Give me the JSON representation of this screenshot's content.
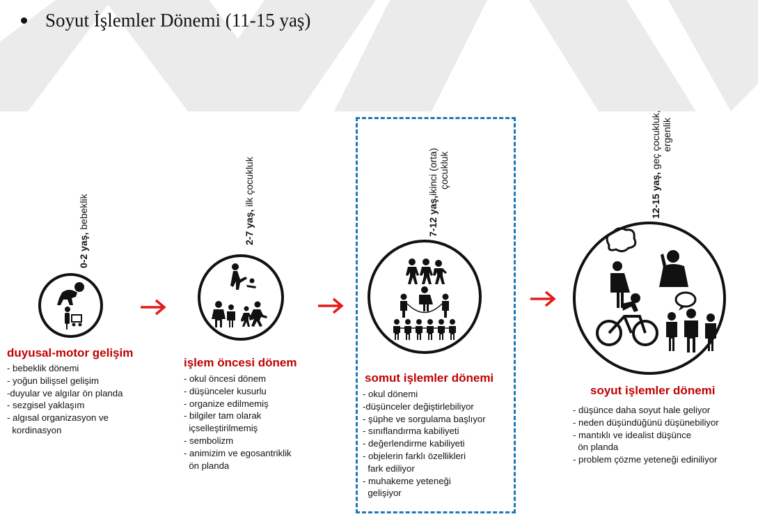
{
  "heading": "Soyut İşlemler Dönemi (11-15 yaş)",
  "stages": [
    {
      "age_bold": "0-2 yaş,",
      "age_rest": " bebeklik",
      "title": "duyusal-motor gelişim",
      "items": [
        "- bebeklik dönemi",
        "- yoğun bilişsel gelişim",
        "-duyular ve algılar ön planda",
        "- sezgisel yaklaşım",
        "- algısal organizasyon ve",
        "  kordinasyon"
      ]
    },
    {
      "age_bold": "2-7 yaş,",
      "age_rest": " ilk çocukluk",
      "title": "işlem öncesi dönem",
      "items": [
        "- okul öncesi dönem",
        "- düşünceler kusurlu",
        "- organize edilmemiş",
        "- bilgiler tam olarak",
        "  içselleştirilmemiş",
        "- sembolizm",
        "- animizim ve egosantriklik",
        "  ön planda"
      ]
    },
    {
      "age_bold": "7-12 yaş,",
      "age_rest": "ikinci (orta)",
      "age_line2": "çocukluk",
      "title": "somut işlemler dönemi",
      "items": [
        "- okul dönemi",
        "-düşünceler değiştirlebiliyor",
        "- şüphe ve sorgulama başlıyor",
        "- sınıflandırma kabiliyeti",
        "- değerlendirme kabiliyeti",
        "- objelerin farklı özellikleri",
        "  fark ediliyor",
        "- muhakeme yeteneği",
        "  gelişiyor"
      ]
    },
    {
      "age_bold": "12-15 yaş,",
      "age_rest": " geç çocukluk,",
      "age_line2": "ergenlik",
      "title": "soyut işlemler dönemi",
      "items": [
        "- düşünce daha soyut hale geliyor",
        "- neden düşündüğünü düşünebiliyor",
        "- mantıklı ve idealist düşünce",
        "  ön planda",
        "- problem çözme yeteneği ediniliyor"
      ]
    }
  ],
  "colors": {
    "accent": "#c00000",
    "dashed_box": "#1f77b4",
    "watermark": "#e8e8e8"
  },
  "icons": [
    "baby-crawling-icon",
    "baby-stroller-icon",
    "adult-child-playing-icon",
    "children-holding-hands-icon",
    "children-running-icon",
    "children-group-icon",
    "children-jump-rope-icon",
    "children-line-icon",
    "thinking-girl-icon",
    "person-phone-icon",
    "cyclist-icon",
    "people-talking-icon",
    "arrow-right-icon"
  ]
}
